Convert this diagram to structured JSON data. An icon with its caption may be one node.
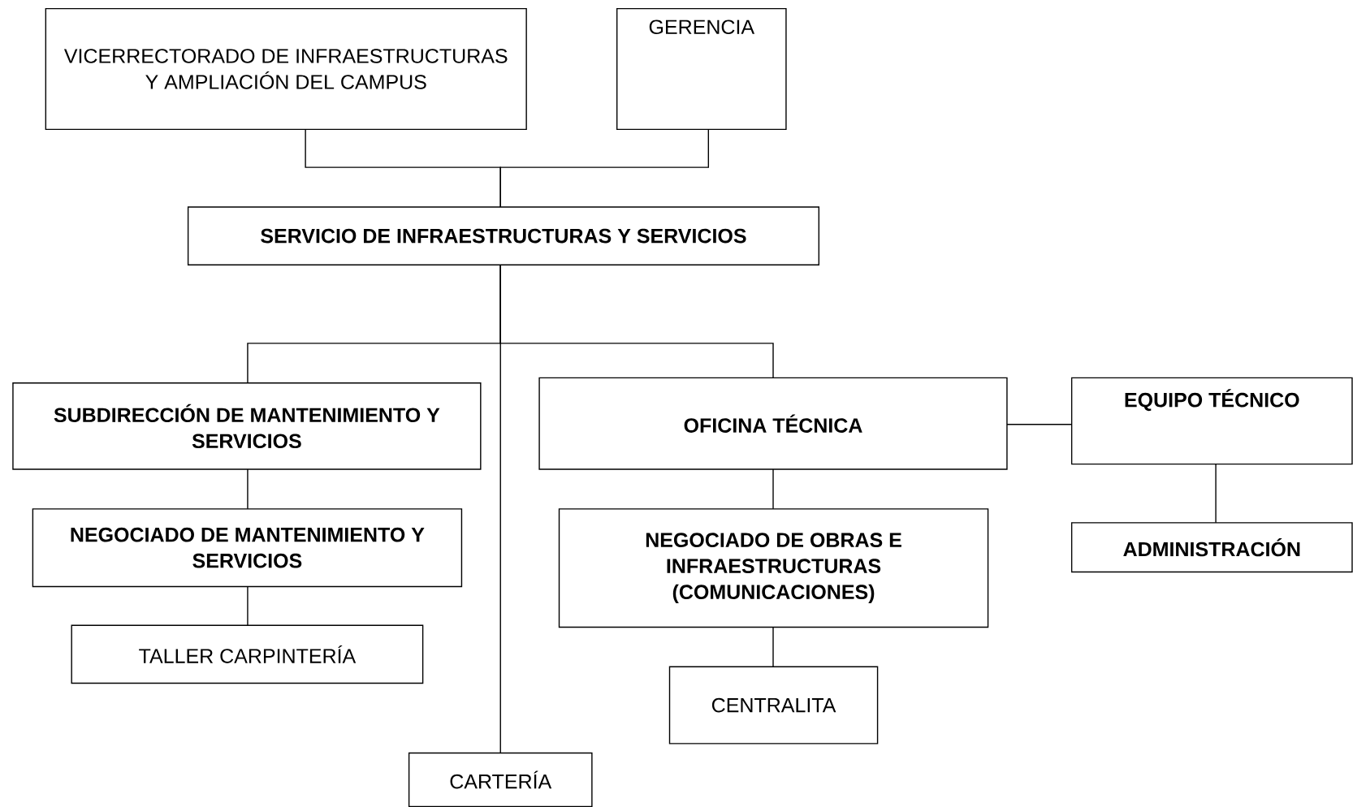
{
  "diagram": {
    "nodes": [
      {
        "text": [
          "VICERRECTORADO DE INFRAESTRUCTURAS Y AMPLIACIÓN DEL CAMPUS"
        ]
      },
      {
        "text": [
          "GERENCIA"
        ]
      },
      {
        "text": [
          "SERVICIO DE INFRAESTRUCTURAS Y SERVICIOS"
        ]
      },
      {
        "text": [
          "SUBDIRECCIÓN DE MANTENIMIENTO Y SERVICIOS"
        ]
      },
      {
        "text": [
          "OFICINA TÉCNICA"
        ]
      },
      {
        "text": [
          "EQUIPO TÉCNICO"
        ]
      },
      {
        "text": [
          "NEGOCIADO DE MANTENIMIENTO Y SERVICIOS"
        ]
      },
      {
        "text": [
          "NEGOCIADO DE OBRAS E INFRAESTRUCTURAS (COMUNICACIONES)"
        ]
      },
      {
        "text": [
          "ADMINISTRACIÓN"
        ]
      },
      {
        "text": [
          "TALLER CARPINTERÍA"
        ]
      },
      {
        "text": [
          "CENTRALITA"
        ]
      },
      {
        "text": [
          "CARTERÍA"
        ]
      }
    ],
    "edges": [
      {
        "from": 0,
        "to": 2,
        "arrow": "none"
      },
      {
        "from": 1,
        "to": 2,
        "arrow": "none"
      },
      {
        "from": 2,
        "to": 3,
        "arrow": "none"
      },
      {
        "from": 2,
        "to": 4,
        "arrow": "none"
      },
      {
        "from": 2,
        "to": 11,
        "arrow": "none"
      },
      {
        "from": 4,
        "to": 5,
        "arrow": "none"
      },
      {
        "from": 3,
        "to": 6,
        "arrow": "none"
      },
      {
        "from": 4,
        "to": 7,
        "arrow": "none"
      },
      {
        "from": 5,
        "to": 8,
        "arrow": "none"
      },
      {
        "from": 6,
        "to": 9,
        "arrow": "none"
      },
      {
        "from": 7,
        "to": 10,
        "arrow": "none"
      }
    ]
  }
}
